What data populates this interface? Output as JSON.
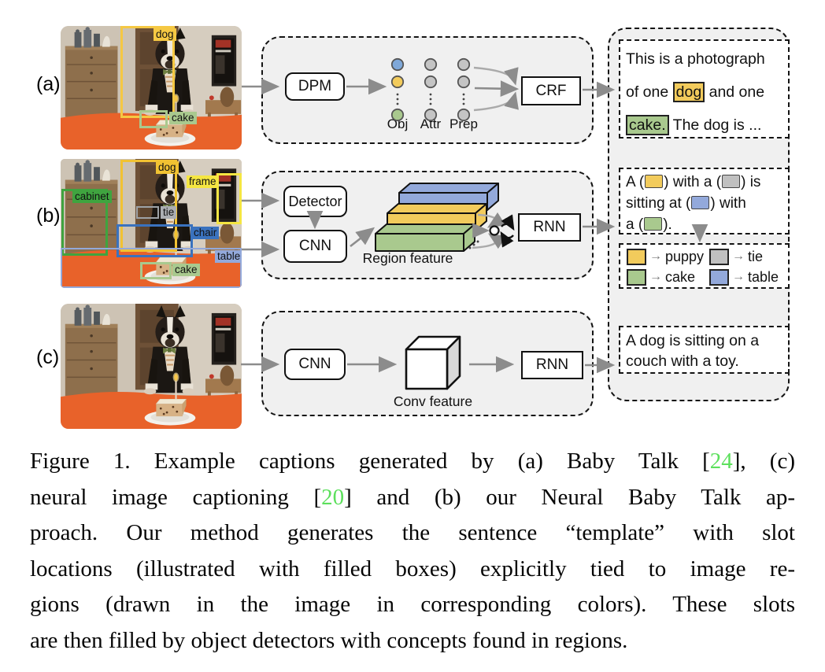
{
  "colors": {
    "panel_bg": "#f0f0f0",
    "arrow_gray": "#8c8c8c",
    "box_gold": "#F1C232",
    "box_yellow_bright": "#F5E642",
    "box_green": "#3FA43F",
    "box_light_green": "#A9C98E",
    "box_gray": "#ABAEB2",
    "box_blue": "#3A72BE",
    "box_periwinkle": "#93A9DB",
    "slot_yellow": "#F2CB5C",
    "slot_gray": "#C0C0C0",
    "slot_blue": "#93A9DB",
    "slot_green": "#A9C98E",
    "obj_circle_blue": "#7FA8D9",
    "obj_circle_yellow": "#F2CB5C",
    "obj_circle_green": "#A9C98E",
    "citation_green": "#5CE05C"
  },
  "rows": {
    "a": {
      "label": "(a)",
      "boxes": {
        "dog": "dog",
        "cake": "cake"
      },
      "diagram": {
        "dpm": "DPM",
        "crf": "CRF",
        "obj_label": "Obj",
        "attr_label": "Attr",
        "prep_label": "Prep"
      },
      "output_parts": [
        {
          "t": "This is a photograph"
        },
        {
          "br": true
        },
        {
          "t": "of one "
        },
        {
          "hl": "dog",
          "bg": "#F2CB5C"
        },
        {
          "t": " and one"
        },
        {
          "br": true
        },
        {
          "hl": "cake.",
          "bg": "#A9C98E"
        },
        {
          "t": " The dog is ..."
        }
      ]
    },
    "b": {
      "label": "(b)",
      "boxes": {
        "dog": "dog",
        "frame": "frame",
        "cabinet": "cabinet",
        "tie": "tie",
        "chair": "chair",
        "table": "table",
        "cake": "cake"
      },
      "diagram": {
        "detector": "Detector",
        "cnn": "CNN",
        "region_feature": "Region feature",
        "rnn": "RNN"
      },
      "template_parts": [
        {
          "t": "A ("
        },
        {
          "slot": "#F2CB5C"
        },
        {
          "t": ") with a ("
        },
        {
          "slot": "#C0C0C0"
        },
        {
          "t": ") is"
        },
        {
          "br": true
        },
        {
          "t": "sitting at ("
        },
        {
          "slot": "#93A9DB"
        },
        {
          "t": ") with"
        },
        {
          "br": true
        },
        {
          "t": "a ("
        },
        {
          "slot": "#A9C98E"
        },
        {
          "t": ")."
        }
      ],
      "legend": [
        {
          "color": "#F2CB5C",
          "label": "puppy"
        },
        {
          "color": "#C0C0C0",
          "label": "tie"
        },
        {
          "color": "#A9C98E",
          "label": "cake"
        },
        {
          "color": "#93A9DB",
          "label": "table"
        }
      ]
    },
    "c": {
      "label": "(c)",
      "diagram": {
        "cnn": "CNN",
        "conv_feature": "Conv feature",
        "rnn": "RNN"
      },
      "output_lines": [
        "A dog is sitting on a",
        "couch with a toy."
      ]
    }
  },
  "caption": {
    "lines": [
      [
        {
          "t": "Figure 1. Example captions generated by (a) Baby Talk ["
        },
        {
          "t": "24",
          "cite": true
        },
        {
          "t": "], (c)"
        }
      ],
      [
        {
          "t": "neural image captioning ["
        },
        {
          "t": "20",
          "cite": true
        },
        {
          "t": "] and (b) our Neural Baby Talk ap-"
        }
      ],
      [
        {
          "t": "proach.  Our method generates the sentence “template” with slot"
        }
      ],
      [
        {
          "t": "locations (illustrated with filled boxes) explicitly tied to image re-"
        }
      ],
      [
        {
          "t": "gions (drawn in the image in corresponding colors).  These slots"
        }
      ],
      [
        {
          "t": "are then filled by object detectors with concepts found in regions."
        }
      ]
    ]
  }
}
